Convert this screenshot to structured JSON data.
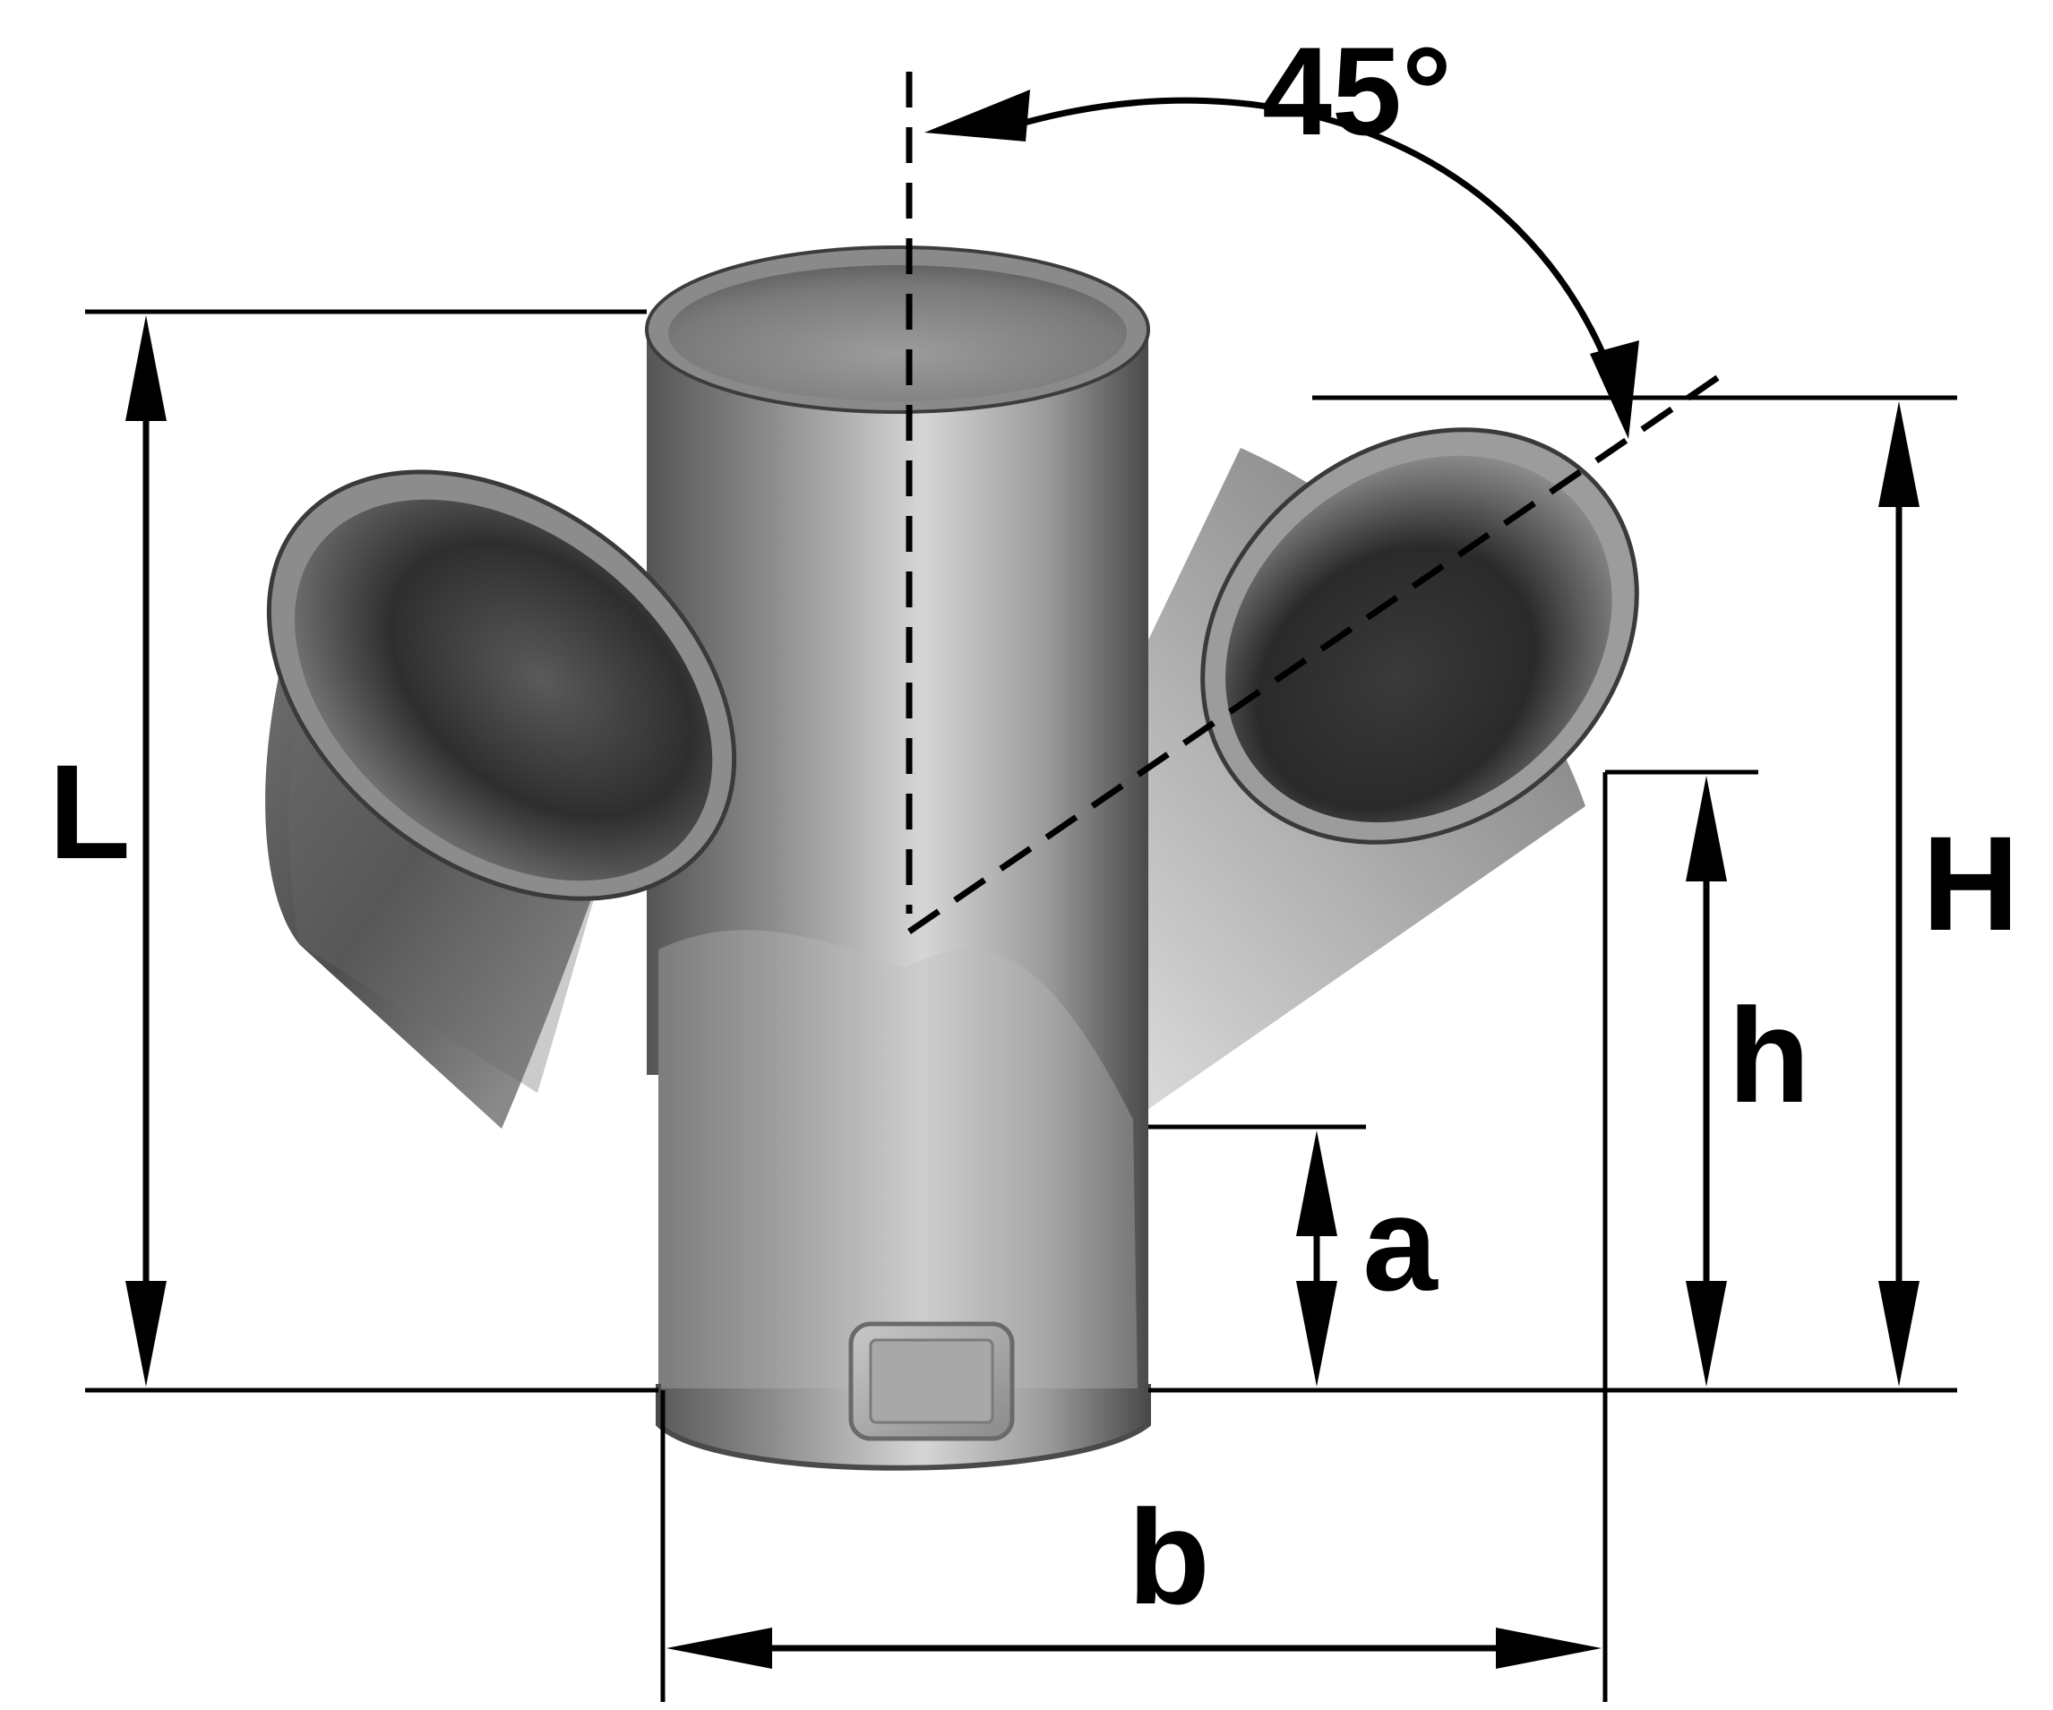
{
  "labels": {
    "angle": "45°",
    "L": "L",
    "H": "H",
    "h": "h",
    "a": "a",
    "b": "b"
  },
  "colors": {
    "background": "#ffffff",
    "ink": "#000000",
    "metal_light": "#e6e6e6",
    "metal_mid": "#9a9a9a",
    "metal_dark": "#3c3c3c"
  }
}
